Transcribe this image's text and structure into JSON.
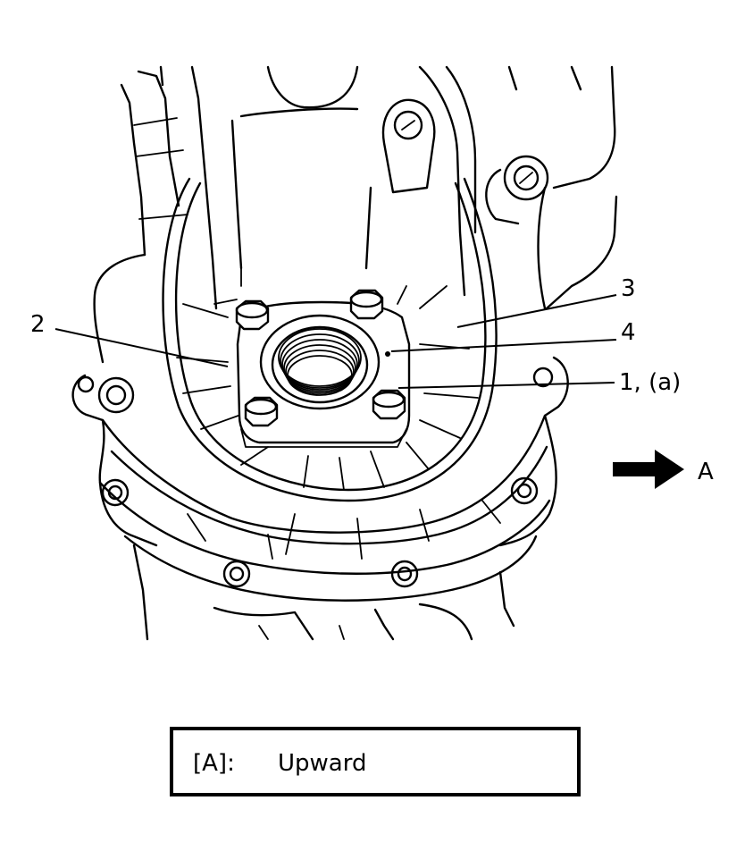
{
  "callouts": {
    "c1": "1, (a)",
    "c2": "2",
    "c3": "3",
    "c4": "4"
  },
  "direction": {
    "letter": "A"
  },
  "legend": {
    "key": "[A]:",
    "value": "Upward"
  }
}
